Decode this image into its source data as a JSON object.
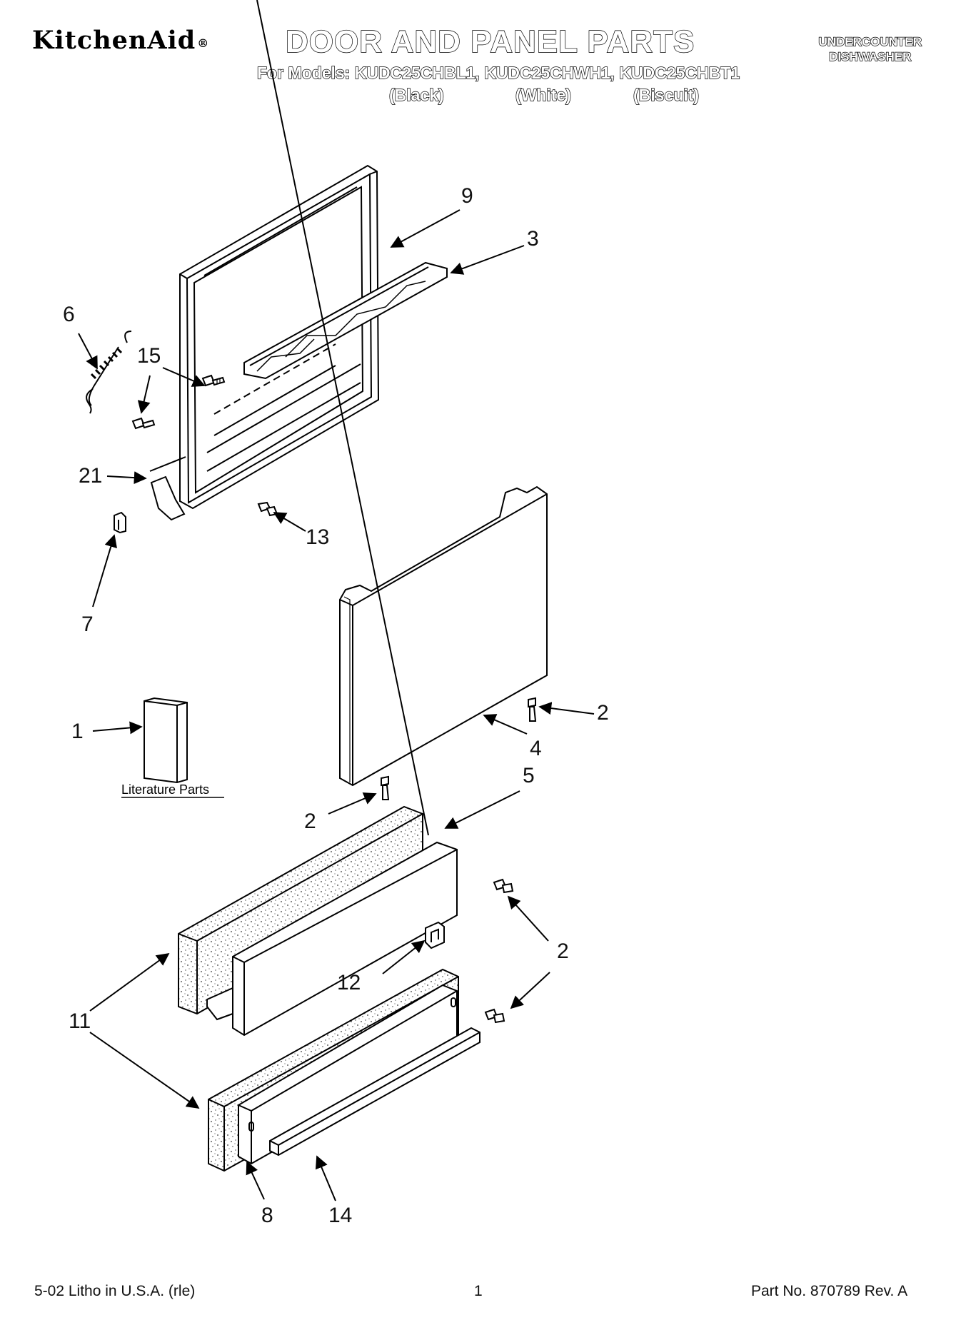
{
  "header": {
    "brand": "KitchenAid",
    "brand_mark": "®",
    "title": "DOOR AND PANEL PARTS",
    "models_line": "For Models: KUDC25CHBL1, KUDC25CHWH1, KUDC25CHBT1",
    "colors": [
      "(Black)",
      "(White)",
      "(Biscuit)"
    ],
    "appliance_type": [
      "UNDERCOUNTER",
      "DISHWASHER"
    ]
  },
  "diagram": {
    "callouts": [
      {
        "id": "c9",
        "label": "9"
      },
      {
        "id": "c3",
        "label": "3"
      },
      {
        "id": "c6",
        "label": "6"
      },
      {
        "id": "c15",
        "label": "15"
      },
      {
        "id": "c21",
        "label": "21"
      },
      {
        "id": "c13",
        "label": "13"
      },
      {
        "id": "c7",
        "label": "7"
      },
      {
        "id": "c2a",
        "label": "2"
      },
      {
        "id": "c4",
        "label": "4"
      },
      {
        "id": "c1",
        "label": "1"
      },
      {
        "id": "c5",
        "label": "5"
      },
      {
        "id": "c2b",
        "label": "2"
      },
      {
        "id": "c2c",
        "label": "2"
      },
      {
        "id": "c12",
        "label": "12"
      },
      {
        "id": "c11",
        "label": "11"
      },
      {
        "id": "c8",
        "label": "8"
      },
      {
        "id": "c14",
        "label": "14"
      }
    ],
    "literature_label": "Literature Parts"
  },
  "footer": {
    "left": "5-02 Litho in U.S.A. (rle)",
    "center": "1",
    "right": "Part No. 870789 Rev. A"
  }
}
